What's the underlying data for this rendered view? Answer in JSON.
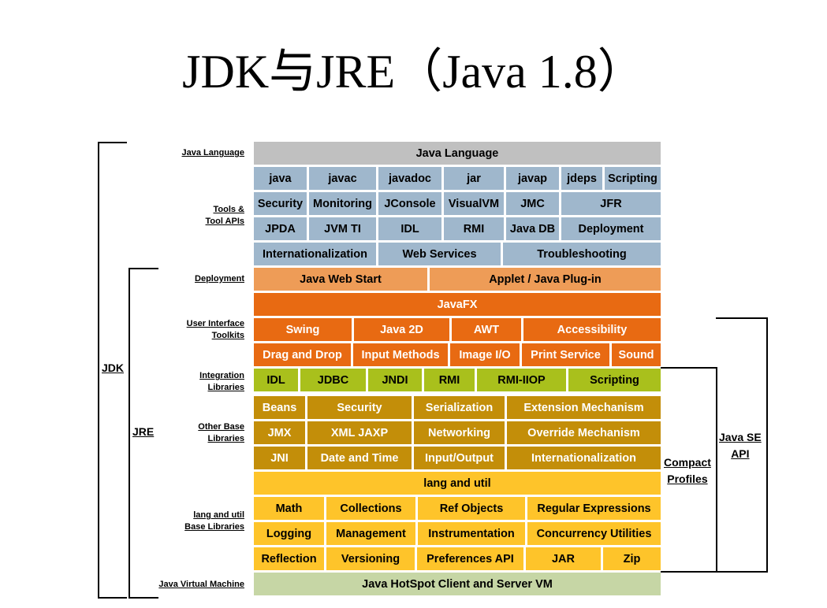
{
  "title": "JDK与JRE（Java 1.8）",
  "labels": {
    "java_language": "Java Language",
    "tools_1": "Tools &",
    "tools_2": "Tool APIs",
    "deployment": "Deployment",
    "ui_1": "User Interface",
    "ui_2": "Toolkits",
    "integration_1": "Integration",
    "integration_2": "Libraries",
    "other_1": "Other Base",
    "other_2": "Libraries",
    "lang_1": "lang and util",
    "lang_2": "Base Libraries",
    "jvm": "Java Virtual Machine"
  },
  "side_labels": {
    "jdk": "JDK",
    "jre": "JRE",
    "compact_1": "Compact",
    "compact_2": "Profiles",
    "javase_1": "Java SE",
    "javase_2": "API"
  },
  "rows": [
    {
      "color": "gray",
      "cells": [
        {
          "text": "Java Language",
          "w": 1
        }
      ]
    },
    {
      "color": "blue",
      "cells": [
        {
          "text": "java",
          "w": 67
        },
        {
          "text": "javac",
          "w": 85
        },
        {
          "text": "javadoc",
          "w": 80
        },
        {
          "text": "jar",
          "w": 76
        },
        {
          "text": "javap",
          "w": 67
        },
        {
          "text": "jdeps",
          "w": 52
        },
        {
          "text": "Scripting",
          "w": 73
        }
      ]
    },
    {
      "color": "blue",
      "cells": [
        {
          "text": "Security",
          "w": 67
        },
        {
          "text": "Monitoring",
          "w": 85
        },
        {
          "text": "JConsole",
          "w": 80
        },
        {
          "text": "VisualVM",
          "w": 76
        },
        {
          "text": "JMC",
          "w": 67
        },
        {
          "text": "JFR",
          "w": 125
        }
      ]
    },
    {
      "color": "blue",
      "cells": [
        {
          "text": "JPDA",
          "w": 67
        },
        {
          "text": "JVM TI",
          "w": 85
        },
        {
          "text": "IDL",
          "w": 80
        },
        {
          "text": "RMI",
          "w": 76
        },
        {
          "text": "Java DB",
          "w": 67
        },
        {
          "text": "Deployment",
          "w": 125
        }
      ]
    },
    {
      "color": "blue",
      "cells": [
        {
          "text": "Internationalization",
          "w": 156
        },
        {
          "text": "Web Services",
          "w": 156
        },
        {
          "text": "Troubleshooting",
          "w": 200
        }
      ]
    },
    {
      "color": "lorange",
      "cells": [
        {
          "text": "Java Web Start",
          "w": 220
        },
        {
          "text": "Applet / Java Plug-in",
          "w": 292
        }
      ]
    },
    {
      "color": "orange",
      "cells": [
        {
          "text": "JavaFX",
          "w": 1
        }
      ]
    },
    {
      "color": "orange",
      "cells": [
        {
          "text": "Swing",
          "w": 125
        },
        {
          "text": "Java 2D",
          "w": 122
        },
        {
          "text": "AWT",
          "w": 89
        },
        {
          "text": "Accessibility",
          "w": 176
        }
      ]
    },
    {
      "color": "orange",
      "cells": [
        {
          "text": "Drag and Drop",
          "w": 125
        },
        {
          "text": "Input Methods",
          "w": 122
        },
        {
          "text": "Image I/O",
          "w": 89
        },
        {
          "text": "Print Service",
          "w": 113
        },
        {
          "text": "Sound",
          "w": 63
        }
      ]
    },
    {
      "color": "lime",
      "cells": [
        {
          "text": "IDL",
          "w": 57
        },
        {
          "text": "JDBC",
          "w": 85
        },
        {
          "text": "JNDI",
          "w": 70
        },
        {
          "text": "RMI",
          "w": 65
        },
        {
          "text": "RMI-IIOP",
          "w": 115
        },
        {
          "text": "Scripting",
          "w": 120
        }
      ]
    },
    {
      "color": "gold",
      "cells": [
        {
          "text": "Beans",
          "w": 66
        },
        {
          "text": "Security",
          "w": 133
        },
        {
          "text": "Serialization",
          "w": 116
        },
        {
          "text": "Extension Mechanism",
          "w": 197
        }
      ]
    },
    {
      "color": "gold",
      "cells": [
        {
          "text": "JMX",
          "w": 66
        },
        {
          "text": "XML JAXP",
          "w": 133
        },
        {
          "text": "Networking",
          "w": 116
        },
        {
          "text": "Override Mechanism",
          "w": 197
        }
      ]
    },
    {
      "color": "gold",
      "cells": [
        {
          "text": "JNI",
          "w": 66
        },
        {
          "text": "Date and Time",
          "w": 133
        },
        {
          "text": "Input/Output",
          "w": 116
        },
        {
          "text": "Internationalization",
          "w": 197
        }
      ]
    },
    {
      "color": "yellow",
      "cells": [
        {
          "text": "lang and util",
          "w": 1
        }
      ]
    },
    {
      "color": "yellow",
      "cells": [
        {
          "text": "Math",
          "w": 90
        },
        {
          "text": "Collections",
          "w": 114
        },
        {
          "text": "Ref Objects",
          "w": 137
        },
        {
          "text": "Regular Expressions",
          "w": 171
        }
      ]
    },
    {
      "color": "yellow",
      "cells": [
        {
          "text": "Logging",
          "w": 90
        },
        {
          "text": "Management",
          "w": 114
        },
        {
          "text": "Instrumentation",
          "w": 137
        },
        {
          "text": "Concurrency Utilities",
          "w": 171
        }
      ]
    },
    {
      "color": "yellow",
      "cells": [
        {
          "text": "Reflection",
          "w": 90
        },
        {
          "text": "Versioning",
          "w": 114
        },
        {
          "text": "Preferences API",
          "w": 137
        },
        {
          "text": "JAR",
          "w": 96
        },
        {
          "text": "Zip",
          "w": 75
        }
      ]
    },
    {
      "color": "green",
      "cells": [
        {
          "text": "Java HotSpot Client and Server VM",
          "w": 1
        }
      ]
    }
  ]
}
